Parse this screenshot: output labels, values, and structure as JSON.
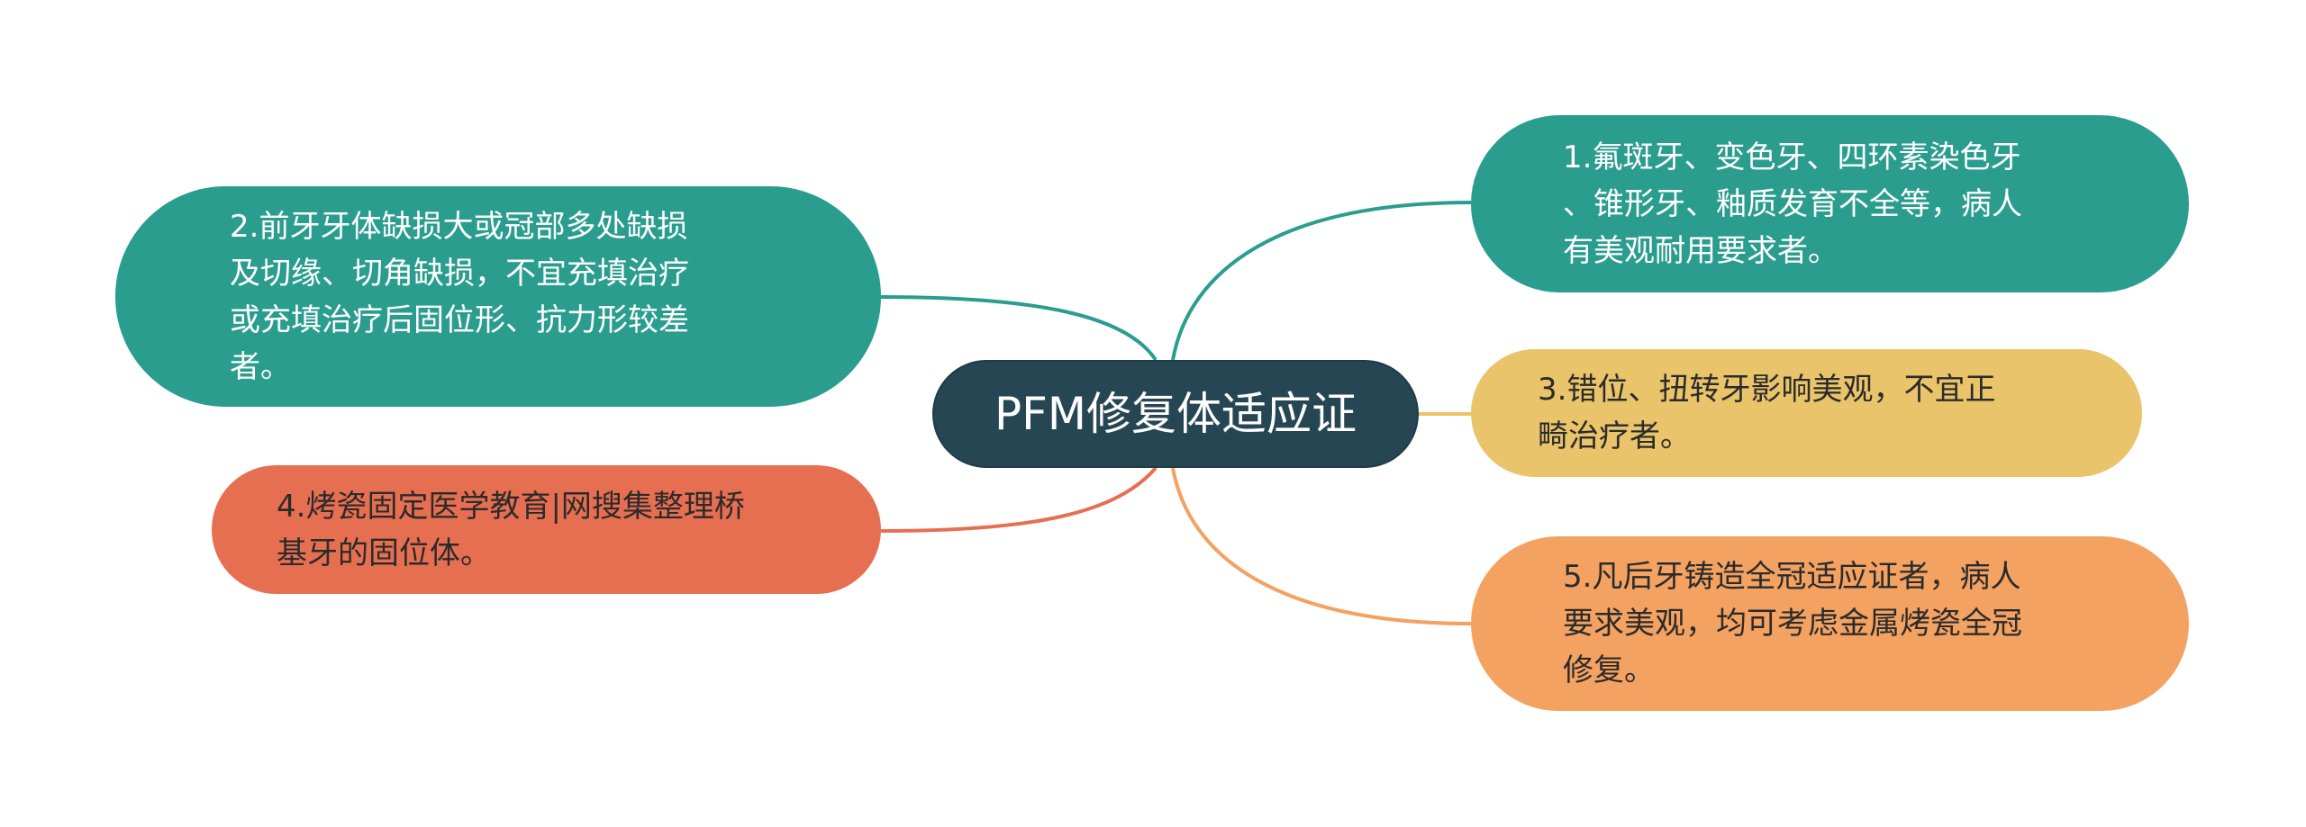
{
  "diagram": {
    "type": "mind-map",
    "central_topic": {
      "label": "PFM修复体适应证",
      "color": "#264653",
      "text_color": "#ffffff"
    },
    "branches": [
      {
        "id": "node-1",
        "side": "right",
        "text": "1.氟斑牙、变色牙、四环素染色牙\n、锥形牙、釉质发育不全等，病人\n有美观耐用要求者。",
        "color": "#2a9d8f",
        "text_color": "#ffffff"
      },
      {
        "id": "node-2",
        "side": "left",
        "text": "2.前牙牙体缺损大或冠部多处缺损\n及切缘、切角缺损，不宜充填治疗\n或充填治疗后固位形、抗力形较差\n者。",
        "color": "#2a9d8f",
        "text_color": "#ffffff"
      },
      {
        "id": "node-3",
        "side": "right",
        "text": "3.错位、扭转牙影响美观，不宜正\n畸治疗者。",
        "color": "#e9c46a",
        "text_color": "#2b2b2b"
      },
      {
        "id": "node-4",
        "side": "left",
        "text": "4.烤瓷固定医学教育|网搜集整理桥\n基牙的固位体。",
        "color": "#e76f51",
        "text_color": "#2b2b2b"
      },
      {
        "id": "node-5",
        "side": "right",
        "text": "5.凡后牙铸造全冠适应证者，病人\n要求美观，均可考虑金属烤瓷全冠\n修复。",
        "color": "#f4a261",
        "text_color": "#2b2b2b"
      }
    ]
  }
}
